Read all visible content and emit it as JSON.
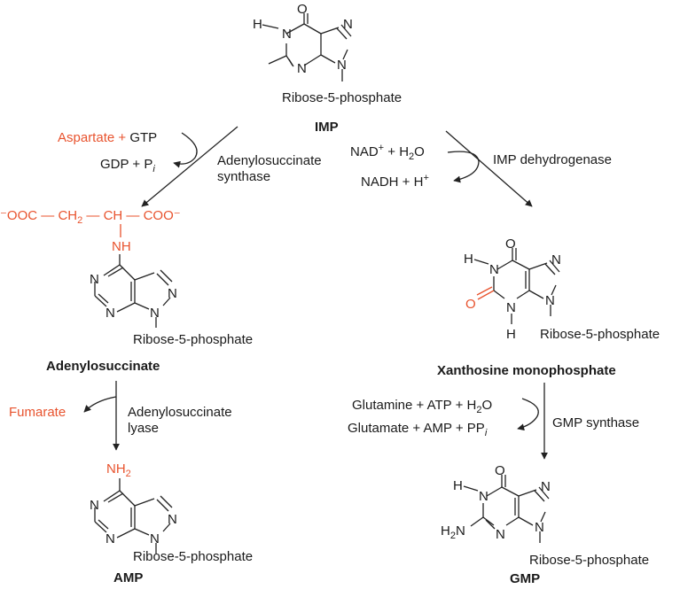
{
  "colors": {
    "ink": "#1a1a1a",
    "highlight": "#e8532e",
    "background": "#ffffff"
  },
  "atoms": {
    "H": "H",
    "N": "N",
    "O": "O",
    "NH": "NH"
  },
  "imp": {
    "ribose": "Ribose-5-phosphate",
    "name": "IMP"
  },
  "adenylosuccinate_step": {
    "reactant_highlight": "Aspartate +",
    "reactant": "GTP",
    "product": "GDP + P",
    "product_sub": "i",
    "enzyme_line1": "Adenylosuccinate",
    "enzyme_line2": "synthase"
  },
  "adenylosuccinate": {
    "succinyl_left": "⁻OOC",
    "succinyl_dash1": "—",
    "succinyl_ch2": "CH",
    "succinyl_ch2_sub": "2",
    "succinyl_dash2": "—",
    "succinyl_ch": "CH",
    "succinyl_dash3": "—",
    "succinyl_right": "COO⁻",
    "ribose": "Ribose-5-phosphate",
    "name": "Adenylosuccinate"
  },
  "amp_step": {
    "byproduct": "Fumarate",
    "enzyme_line1": "Adenylosuccinate",
    "enzyme_line2": "lyase"
  },
  "amp": {
    "nh2": "NH",
    "nh2_sub": "2",
    "ribose": "Ribose-5-phosphate",
    "name": "AMP"
  },
  "xmp_step": {
    "reactant": "NAD",
    "reactant_sup": "+",
    "reactant_rest": "+ H",
    "reactant_sub": "2",
    "reactant_end": "O",
    "product": "NADH + H",
    "product_sup": "+",
    "enzyme": "IMP dehydrogenase"
  },
  "xmp": {
    "ribose": "Ribose-5-phosphate",
    "name": "Xanthosine monophosphate"
  },
  "gmp_step": {
    "reactants": "Glutamine + ATP + H",
    "reactants_sub": "2",
    "reactants_end": "O",
    "products": "Glutamate + AMP + PP",
    "products_sub": "i",
    "enzyme": "GMP synthase"
  },
  "gmp": {
    "h2n": "H",
    "h2n_sub": "2",
    "h2n_end": "N",
    "ribose": "Ribose-5-phosphate",
    "name": "GMP"
  }
}
